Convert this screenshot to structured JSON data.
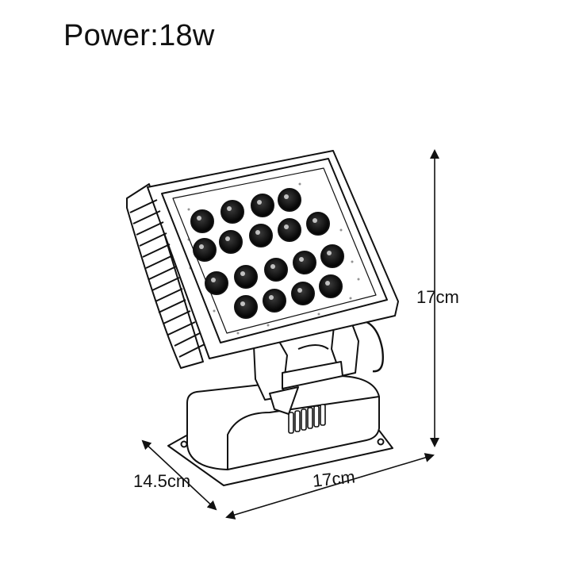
{
  "title": "Power:18w",
  "dimensions": {
    "height": "17cm",
    "width": "17cm",
    "depth": "14.5cm"
  }
}
